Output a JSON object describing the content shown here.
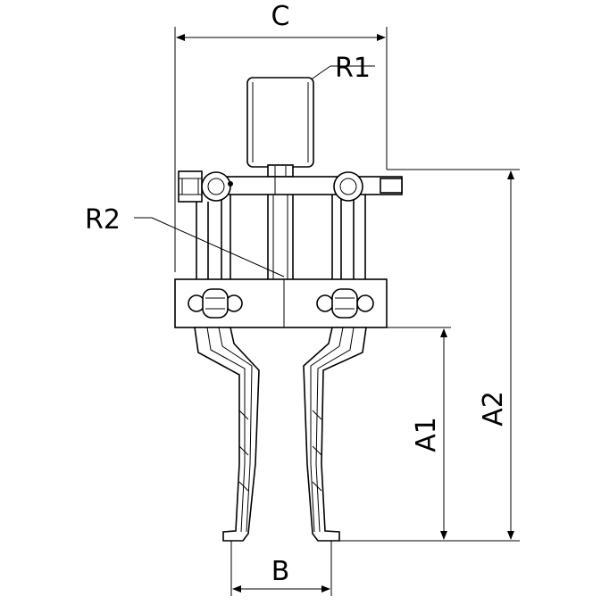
{
  "labels": {
    "c": "C",
    "r1": "R1",
    "r2": "R2",
    "a1": "A1",
    "a2": "A2",
    "b": "B"
  }
}
